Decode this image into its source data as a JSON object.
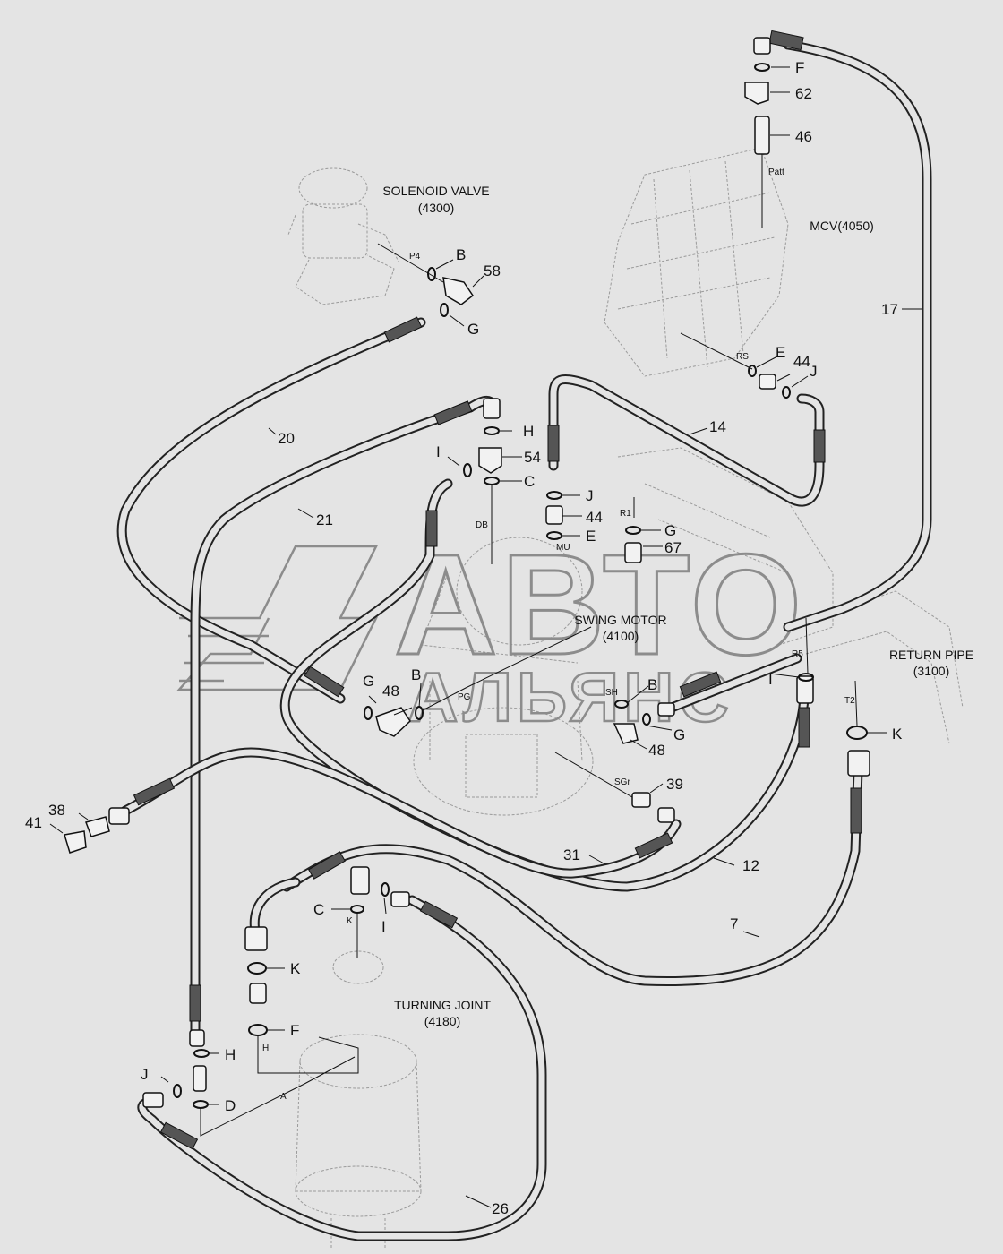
{
  "components": {
    "solenoid_valve": {
      "name": "SOLENOID VALVE",
      "code": "(4300)"
    },
    "mcv": {
      "name": "MCV(4050)"
    },
    "swing_motor": {
      "name": "SWING MOTOR",
      "code": "(4100)"
    },
    "return_pipe": {
      "name": "RETURN PIPE",
      "code": "(3100)"
    },
    "turning_joint": {
      "name": "TURNING JOINT",
      "code": "(4180)"
    }
  },
  "part_numbers": {
    "p62": "62",
    "p46": "46",
    "p58": "58",
    "p17": "17",
    "p44a": "44",
    "p44b": "44",
    "p14": "14",
    "p20": "20",
    "p54": "54",
    "p21": "21",
    "p67": "67",
    "p48a": "48",
    "p48b": "48",
    "p39": "39",
    "p38": "38",
    "p41": "41",
    "p31": "31",
    "p12": "12",
    "p7": "7",
    "p26": "26"
  },
  "seal_letters": {
    "F_top": "F",
    "B_top": "B",
    "G_top": "G",
    "E_rs": "E",
    "J_rs": "J",
    "H_top": "H",
    "I_top": "I",
    "C_top": "C",
    "J_mid": "J",
    "E_mid": "E",
    "G_r1": "G",
    "G_left": "G",
    "B_pg": "B",
    "B_sh": "B",
    "G_sh": "G",
    "I_r5": "I",
    "K_t2": "K",
    "C_tj": "C",
    "I_tj": "I",
    "K_tj": "K",
    "F_tj": "F",
    "H_tj": "H",
    "J_tj": "J",
    "D_tj": "D"
  },
  "port_labels": {
    "patt": "Patt",
    "p4": "P4",
    "rs": "RS",
    "db": "DB",
    "mu": "MU",
    "r1": "R1",
    "pg": "PG",
    "sh": "SH",
    "r5": "R5",
    "t2": "T2",
    "sgr": "SGr",
    "k": "K",
    "h": "H",
    "a": "A"
  },
  "watermark": {
    "line1": "АВТО",
    "line2": "АЛЬЯНС"
  },
  "colors": {
    "background": "#e4e4e4",
    "line": "#111111",
    "ghost": "#9a9a9a",
    "watermark": "#8c8c8c"
  }
}
